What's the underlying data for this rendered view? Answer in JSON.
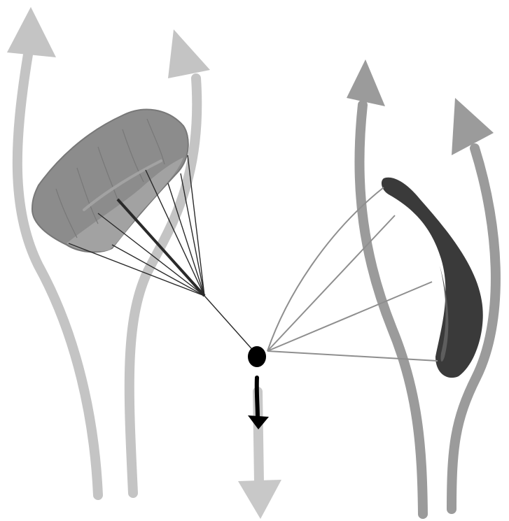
{
  "diagram": {
    "background": "#ffffff",
    "colors": {
      "airflow_left": "#c4c4c4",
      "airflow_right": "#9b9b9b",
      "canopy_body": "#8c8c8c",
      "canopy_edge": "#787878",
      "canopy_underside": "#a2a2a2",
      "canopy_lines": "#2a2a2a",
      "side_canopy": "#3a3a3a",
      "side_canopy_highlight": "#5e5e5e",
      "side_lines": "#8e8e8e",
      "pilot": "#000000",
      "motion_arrow": "#000000",
      "descent_arrow": "#c8c8c8"
    },
    "icons": {
      "front_canopy": "paraglider-canopy-front-view",
      "side_canopy": "paraglider-canopy-side-view",
      "pilot": "pilot-dot",
      "airflow": "upward-airflow-arrow",
      "descent": "downward-arrow"
    }
  }
}
